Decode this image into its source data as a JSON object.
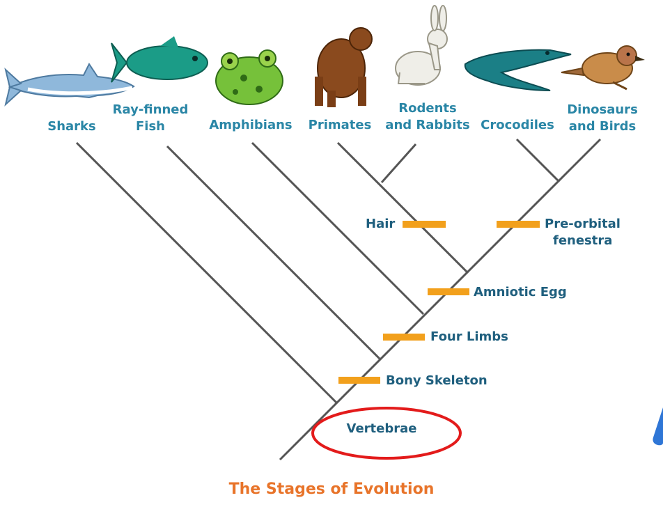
{
  "title": "The Stages of Evolution",
  "taxa": [
    {
      "id": "sharks",
      "lines": [
        "Sharks"
      ],
      "icon": "shark-icon"
    },
    {
      "id": "ray-finned-fish",
      "lines": [
        "Ray-finned",
        "Fish"
      ],
      "icon": "fish-icon"
    },
    {
      "id": "amphibians",
      "lines": [
        "Amphibians"
      ],
      "icon": "frog-icon"
    },
    {
      "id": "primates",
      "lines": [
        "Primates"
      ],
      "icon": "ape-icon"
    },
    {
      "id": "rodents-rabbits",
      "lines": [
        "Rodents",
        "and Rabbits"
      ],
      "icon": "rabbit-icon"
    },
    {
      "id": "crocodiles",
      "lines": [
        "Crocodiles"
      ],
      "icon": "crocodile-icon"
    },
    {
      "id": "dinosaurs-birds",
      "lines": [
        "Dinosaurs",
        "and Birds"
      ],
      "icon": "bird-icon"
    }
  ],
  "traits": {
    "root": "Vertebrae",
    "bony": "Bony Skeleton",
    "limbs": "Four Limbs",
    "egg": "Amniotic Egg",
    "hair": "Hair",
    "preorbital": [
      "Pre-orbital",
      "fenestra"
    ]
  },
  "colors": {
    "branch": "#555555",
    "marker": "#f2a01c",
    "label": "#2a86a6",
    "title": "#e8742a",
    "highlight": "#e31b1b"
  }
}
